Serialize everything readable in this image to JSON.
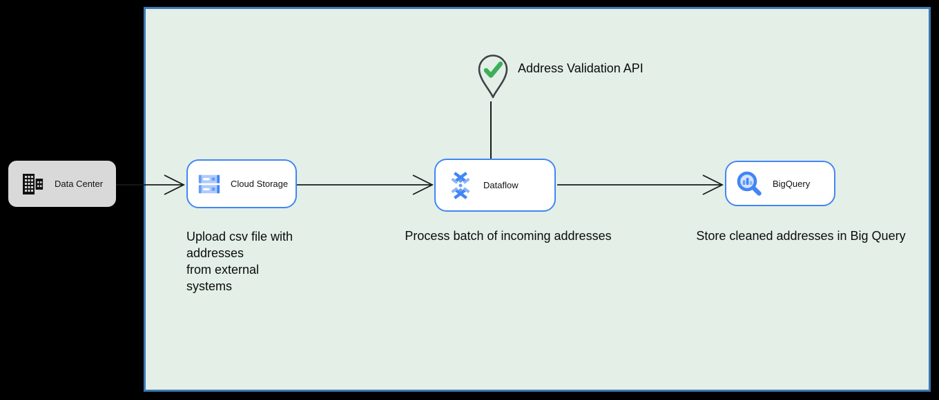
{
  "panel": {
    "fill": "#e3efe7",
    "border_color": "#3d78b5"
  },
  "nodes": {
    "data_center": {
      "label": "Data Center",
      "icon": "building-icon",
      "fill": "#d9d9d9"
    },
    "cloud_storage": {
      "label": "Cloud Storage",
      "icon": "cloud-storage-icon",
      "border_color": "#4285f4"
    },
    "dataflow": {
      "label": "Dataflow",
      "icon": "dataflow-icon",
      "border_color": "#4285f4"
    },
    "bigquery": {
      "label": "BigQuery",
      "icon": "bigquery-icon",
      "border_color": "#4285f4"
    }
  },
  "captions": {
    "cloud_storage": "Upload csv file with\naddresses\nfrom external\nsystems",
    "dataflow": "Process batch of incoming addresses",
    "bigquery": "Store cleaned addresses in Big Query"
  },
  "annotation": {
    "label": "Address Validation API",
    "icon": "location-pin-check-icon",
    "check_color": "#3fae5a",
    "pin_outline_color": "#3f4347"
  },
  "edge_color": "#1a1a1a"
}
